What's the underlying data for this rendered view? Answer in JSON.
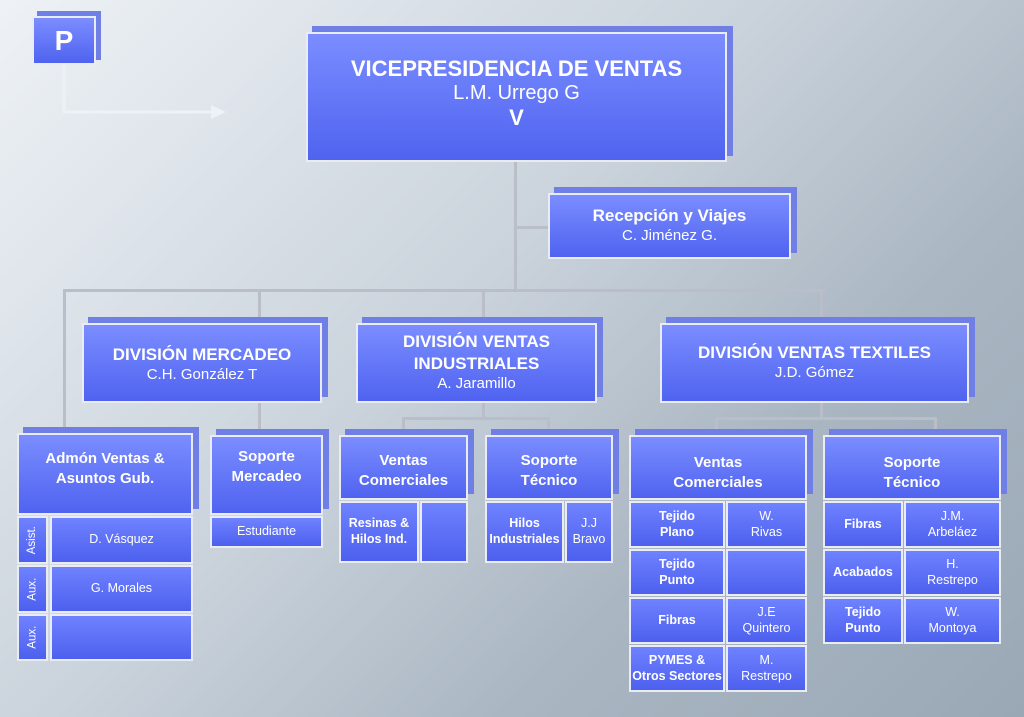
{
  "logo": {
    "letter": "P"
  },
  "top": {
    "title": "VICEPRESIDENCIA DE VENTAS",
    "name": "L.M. Urrego G",
    "mark": "V"
  },
  "reception": {
    "title": "Recepción y Viajes",
    "name": "C. Jiménez G."
  },
  "divisions": {
    "mercadeo": {
      "title": "DIVISIÓN MERCADEO",
      "name": "C.H. González T"
    },
    "industriales": {
      "line1": "DIVISIÓN VENTAS",
      "line2": "INDUSTRIALES",
      "name": "A. Jaramillo"
    },
    "textiles": {
      "title": "DIVISIÓN VENTAS TEXTILES",
      "name": "J.D. Gómez"
    }
  },
  "admon": {
    "line1": "Admón Ventas &",
    "line2": "Asuntos Gub.",
    "rows": [
      {
        "role": "Asist.",
        "name": "D. Vásquez"
      },
      {
        "role": "Aux.",
        "name": "G. Morales"
      },
      {
        "role": "Aux.",
        "name": ""
      }
    ]
  },
  "soporte_mercadeo": {
    "line1": "Soporte",
    "line2": "Mercadeo",
    "member": "Estudiante"
  },
  "vc_industriales": {
    "line1": "Ventas",
    "line2": "Comerciales",
    "cell_line1": "Resinas &",
    "cell_line2": "Hilos Ind.",
    "cell_name": ""
  },
  "st_industriales": {
    "line1": "Soporte",
    "line2": "Técnico",
    "cell_line1": "Hilos",
    "cell_line2": "Industriales",
    "name_line1": "J.J",
    "name_line2": "Bravo"
  },
  "vc_textiles": {
    "line1": "Ventas",
    "line2": "Comerciales",
    "rows": [
      {
        "cat1": "Tejido",
        "cat2": "Plano",
        "n1": "W.",
        "n2": "Rivas"
      },
      {
        "cat1": "Tejido",
        "cat2": "Punto",
        "n1": "",
        "n2": ""
      },
      {
        "cat1": "Fibras",
        "cat2": "",
        "n1": "J.E",
        "n2": "Quintero"
      },
      {
        "cat1": "PYMES &",
        "cat2": "Otros Sectores",
        "n1": "M.",
        "n2": "Restrepo"
      }
    ]
  },
  "st_textiles": {
    "line1": "Soporte",
    "line2": "Técnico",
    "rows": [
      {
        "cat1": "Fibras",
        "cat2": "",
        "n1": "J.M.",
        "n2": "Arbeláez"
      },
      {
        "cat1": "Acabados",
        "cat2": "",
        "n1": "H.",
        "n2": "Restrepo"
      },
      {
        "cat1": "Tejido",
        "cat2": "Punto",
        "n1": "W.",
        "n2": "Montoya"
      }
    ]
  },
  "colors": {
    "box_top": "#7b8dff",
    "box_bottom": "#4f63f0",
    "shadow": "#6f7fe6",
    "connector": "#b9bec8"
  }
}
